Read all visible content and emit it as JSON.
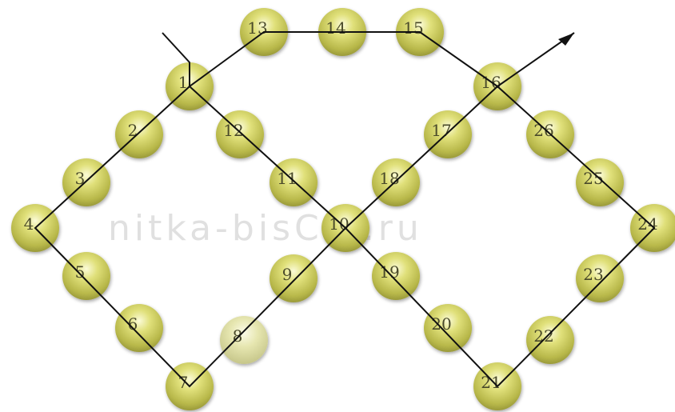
{
  "watermark": "nitka-bisCin.ru",
  "bead_color": "#cfcf5e",
  "bead_color_faded": "#d8d89a",
  "line_color": "#111111",
  "beads": [
    {
      "label": "1"
    },
    {
      "label": "2"
    },
    {
      "label": "3"
    },
    {
      "label": "4"
    },
    {
      "label": "5"
    },
    {
      "label": "6"
    },
    {
      "label": "7"
    },
    {
      "label": "8",
      "faded": true
    },
    {
      "label": "9"
    },
    {
      "label": "10"
    },
    {
      "label": "11"
    },
    {
      "label": "12"
    },
    {
      "label": "13"
    },
    {
      "label": "14"
    },
    {
      "label": "15"
    },
    {
      "label": "16"
    },
    {
      "label": "17"
    },
    {
      "label": "18"
    },
    {
      "label": "19"
    },
    {
      "label": "20"
    },
    {
      "label": "21"
    },
    {
      "label": "22"
    },
    {
      "label": "23"
    },
    {
      "label": "24"
    },
    {
      "label": "25"
    },
    {
      "label": "26"
    }
  ]
}
